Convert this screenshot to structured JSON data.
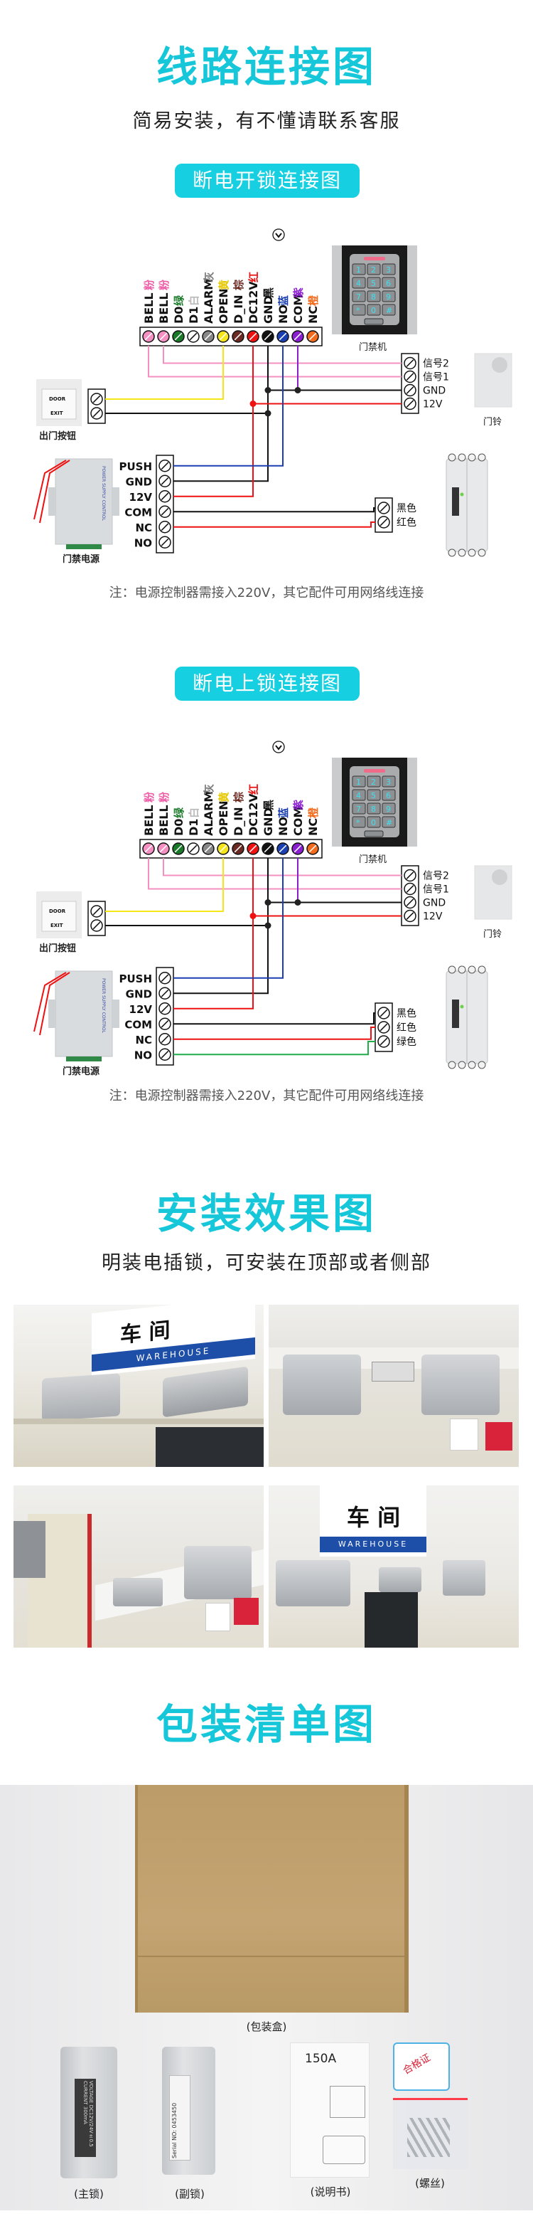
{
  "wiring": {
    "title": "线路连接图",
    "subtitle": "简易安装，有不懂请联系客服",
    "diagram_unlock": {
      "badge": "断电开锁连接图",
      "note": "注：电源控制器需接入220V，其它配件可用网络线连接",
      "lock_terminals": [
        "黑色",
        "红色"
      ]
    },
    "diagram_lock": {
      "badge": "断电上锁连接图",
      "note": "注：电源控制器需接入220V，其它配件可用网络线连接",
      "lock_terminals": [
        "黑色",
        "红色",
        "绿色"
      ]
    },
    "terminals": [
      {
        "label": "BELL",
        "color_name": "粉",
        "color": "#f48fc1"
      },
      {
        "label": "BELL",
        "color_name": "粉",
        "color": "#f48fc1"
      },
      {
        "label": "D0",
        "color_name": "绿",
        "color": "#1a7a2a"
      },
      {
        "label": "D1",
        "color_name": "白",
        "color": "#ffffff"
      },
      {
        "label": "ALARM",
        "color_name": "灰",
        "color": "#888888"
      },
      {
        "label": "OPEN",
        "color_name": "黄",
        "color": "#f5e61a"
      },
      {
        "label": "D_IN",
        "color_name": "棕",
        "color": "#6b2a22"
      },
      {
        "label": "DC12V",
        "color_name": "红",
        "color": "#ee1111"
      },
      {
        "label": "GND",
        "color_name": "黑",
        "color": "#111111"
      },
      {
        "label": "NO",
        "color_name": "蓝",
        "color": "#1a3fb0"
      },
      {
        "label": "COM",
        "color_name": "紫",
        "color": "#8a1fd0"
      },
      {
        "label": "NC",
        "color_name": "橙",
        "color": "#f26a1b"
      }
    ],
    "label_colors": {
      "粉": "#ee5fa8",
      "绿": "#1a7a2a",
      "白": "#bbbbbb",
      "灰": "#777777",
      "黄": "#e6c800",
      "棕": "#6b2a22",
      "红": "#ee1111",
      "黑": "#111111",
      "蓝": "#1a3fb0",
      "紫": "#8a1fd0",
      "橙": "#f26a1b"
    },
    "bell_terminals": [
      "信号2",
      "信号1",
      "GND",
      "12V"
    ],
    "power_terminals": [
      "PUSH",
      "GND",
      "12V",
      "COM",
      "NC",
      "NO"
    ],
    "device_labels": {
      "keypad": "门禁机",
      "doorbell": "门铃",
      "exit_button": "出门按钮",
      "power_supply": "门禁电源"
    },
    "exit_button_text": [
      "DOOR",
      "EXIT"
    ],
    "keypad_keys": [
      "1",
      "2",
      "3",
      "4",
      "5",
      "6",
      "7",
      "8",
      "9",
      "*",
      "0",
      "#"
    ],
    "power_supply_text": "POWER SUPPLY CONTROL"
  },
  "install": {
    "title": "安装效果图",
    "subtitle": "明装电插锁，可安装在顶部或者侧部",
    "sign_text": "车 间",
    "sign_subtext": "WAREHOUSE"
  },
  "packing": {
    "title": "包装清单图",
    "items": [
      {
        "caption": "(包装盒)"
      },
      {
        "caption": "(主锁)"
      },
      {
        "caption": "(副锁)"
      },
      {
        "caption": "(说明书)"
      },
      {
        "caption": "(螺丝)"
      }
    ],
    "manual_model": "150A",
    "certificate_text": "合格证",
    "serial_label": "Serial NO: 0453450",
    "lock_spec": [
      "VOLTAGE  DC12V/24V±0.5",
      "CURRENT  300mA"
    ]
  },
  "colors": {
    "accent": "#16c6d9",
    "pill": "#16cfe0"
  }
}
